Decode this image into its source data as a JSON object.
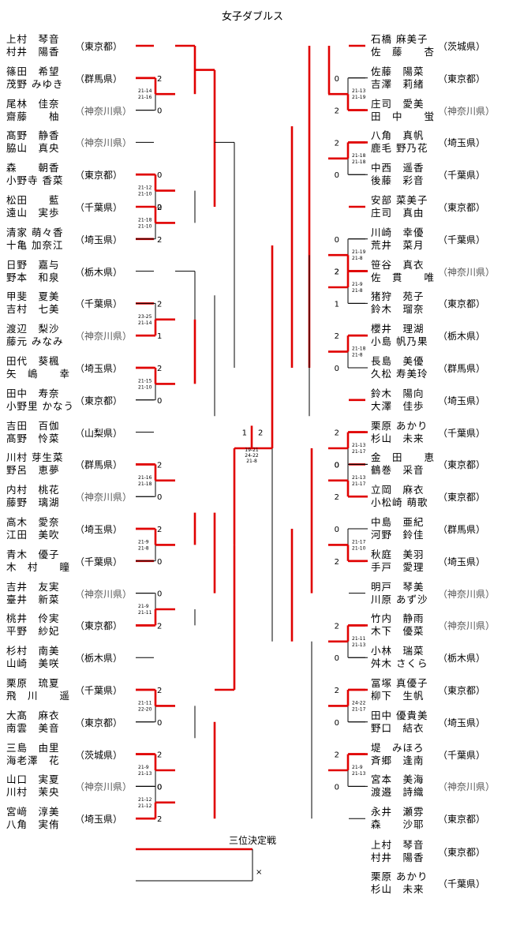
{
  "title": "女子ダブルス",
  "third_place_title": "三位決定戦",
  "left": [
    {
      "p1": "上村　琴音",
      "p2": "村井　陽香",
      "pref": "（東京都）"
    },
    {
      "p1": "篠田　希望",
      "p2": "茂野 みゆき",
      "pref": "（群馬県）"
    },
    {
      "p1": "尾林　佳奈",
      "p2": "齋藤　　柚",
      "pref": "（神奈川県）"
    },
    {
      "p1": "髙野　静香",
      "p2": "脇山　真央",
      "pref": "（神奈川県）"
    },
    {
      "p1": "森　　朝香",
      "p2": "小野寺 香菜",
      "pref": "（東京都）"
    },
    {
      "p1": "松田　　藍",
      "p2": "遠山　実歩",
      "pref": "（千葉県）"
    },
    {
      "p1": "清家 萌々香",
      "p2": "十亀 加奈江",
      "pref": "（埼玉県）"
    },
    {
      "p1": "日野　嘉与",
      "p2": "野本　和泉",
      "pref": "（栃木県）"
    },
    {
      "p1": "甲斐　夏美",
      "p2": "吉村　七美",
      "pref": "（千葉県）"
    },
    {
      "p1": "渡辺　梨沙",
      "p2": "藤元 みなみ",
      "pref": "（神奈川県）"
    },
    {
      "p1": "田代　葵楓",
      "p2": "矢　嶋　　幸",
      "pref": "（埼玉県）"
    },
    {
      "p1": "田中　寿奈",
      "p2": "小野里 かなう",
      "pref": "（東京都）"
    },
    {
      "p1": "吉田　百伽",
      "p2": "髙野　怜菜",
      "pref": "（山梨県）"
    },
    {
      "p1": "川村 芽生菜",
      "p2": "野呂　恵夢",
      "pref": "（群馬県）"
    },
    {
      "p1": "内村　桃花",
      "p2": "藤野　璃湖",
      "pref": "（神奈川県）"
    },
    {
      "p1": "高木　愛奈",
      "p2": "江田　美吹",
      "pref": "（埼玉県）"
    },
    {
      "p1": "青木　優子",
      "p2": "木　村　　瞳",
      "pref": "（千葉県）"
    },
    {
      "p1": "吉井　友実",
      "p2": "臺井　新菜",
      "pref": "（神奈川県）"
    },
    {
      "p1": "桃井　伶実",
      "p2": "平野　紗妃",
      "pref": "（東京都）"
    },
    {
      "p1": "杉村　南美",
      "p2": "山崎　美咲",
      "pref": "（栃木県）"
    },
    {
      "p1": "栗原　琉夏",
      "p2": "飛　川　　遥",
      "pref": "（千葉県）"
    },
    {
      "p1": "大髙　麻衣",
      "p2": "南雲　美音",
      "pref": "（東京都）"
    },
    {
      "p1": "三島　由里",
      "p2": "海老澤　花",
      "pref": "（茨城県）"
    },
    {
      "p1": "山口　実夏",
      "p2": "川村　茉央",
      "pref": "（神奈川県）"
    },
    {
      "p1": "宮﨑　淳美",
      "p2": "八角　実侑",
      "pref": "（埼玉県）"
    }
  ],
  "right": [
    {
      "p1": "石橋 麻美子",
      "p2": "佐　藤　　杏",
      "pref": "（茨城県）"
    },
    {
      "p1": "佐藤　陽菜",
      "p2": "吉澤　莉緒",
      "pref": "（東京都）"
    },
    {
      "p1": "庄司　愛美",
      "p2": "田　中　　蛍",
      "pref": "（神奈川県）"
    },
    {
      "p1": "八角　真帆",
      "p2": "鹿毛 野乃花",
      "pref": "（埼玉県）"
    },
    {
      "p1": "中西　遥香",
      "p2": "後藤　彩音",
      "pref": "（千葉県）"
    },
    {
      "p1": "安部 菜美子",
      "p2": "庄司　真由",
      "pref": "（東京都）"
    },
    {
      "p1": "川崎　幸優",
      "p2": "荒井　菜月",
      "pref": "（千葉県）"
    },
    {
      "p1": "笹谷　真衣",
      "p2": "佐　貫　　唯",
      "pref": "（神奈川県）"
    },
    {
      "p1": "猪狩　苑子",
      "p2": "鈴木　瑠奈",
      "pref": "（東京都）"
    },
    {
      "p1": "櫻井　理湖",
      "p2": "小島 帆乃果",
      "pref": "（栃木県）"
    },
    {
      "p1": "長島　美優",
      "p2": "久松 寿美玲",
      "pref": "（群馬県）"
    },
    {
      "p1": "鈴木　陽向",
      "p2": "大澤　佳歩",
      "pref": "（埼玉県）"
    },
    {
      "p1": "栗原 あかり",
      "p2": "杉山　未来",
      "pref": "（千葉県）"
    },
    {
      "p1": "金　田　　恵",
      "p2": "鶴巻　采音",
      "pref": "（東京都）"
    },
    {
      "p1": "立岡　麻衣",
      "p2": "小松崎 萌歌",
      "pref": "（東京都）"
    },
    {
      "p1": "中島　亜紀",
      "p2": "河野　鈴佳",
      "pref": "（群馬県）"
    },
    {
      "p1": "秋庭　美羽",
      "p2": "手戸　愛理",
      "pref": "（埼玉県）"
    },
    {
      "p1": "明戸　琴美",
      "p2": "川原 あず沙",
      "pref": "（神奈川県）"
    },
    {
      "p1": "竹内　静雨",
      "p2": "木下　優菜",
      "pref": "（神奈川県）"
    },
    {
      "p1": "小林　瑞菜",
      "p2": "舛木 さくら",
      "pref": "（栃木県）"
    },
    {
      "p1": "冨塚 真優子",
      "p2": "柳下　生帆",
      "pref": "（東京都）"
    },
    {
      "p1": "田中 優貴美",
      "p2": "野口　結衣",
      "pref": "（埼玉県）"
    },
    {
      "p1": "堤　みほろ",
      "p2": "斉郷　逢南",
      "pref": "（千葉県）"
    },
    {
      "p1": "宮本　美海",
      "p2": "渡邉　詩織",
      "pref": "（神奈川県）"
    },
    {
      "p1": "永井　瀬雰",
      "p2": "森　　沙耶",
      "pref": "（東京都）"
    }
  ],
  "third": [
    {
      "p1": "上村　琴音",
      "p2": "村井　陽香",
      "pref": "（東京都）"
    },
    {
      "p1": "栗原 あかり",
      "p2": "杉山　未来",
      "pref": "（千葉県）"
    }
  ],
  "final_scores": {
    "left_games": "1",
    "right_games": "2",
    "set_scores": "19-21\n24-22\n21-8"
  },
  "colors": {
    "win": "#e00000",
    "line": "#000000"
  }
}
